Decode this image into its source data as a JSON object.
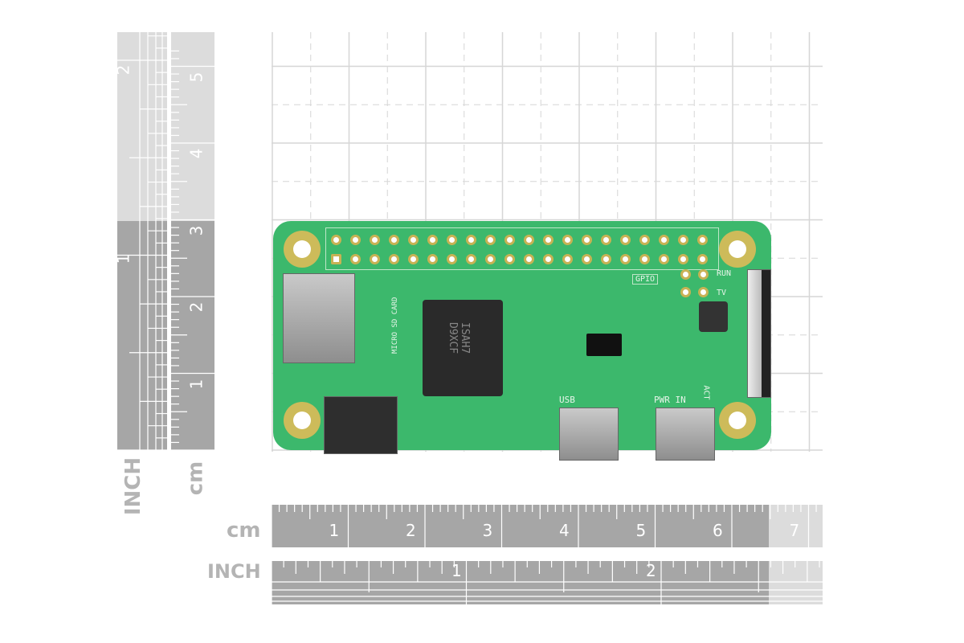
{
  "vertical_rulers": {
    "inch_label": "INCH",
    "cm_label": "cm",
    "inch_ticks": [
      "1",
      "2"
    ],
    "cm_ticks": [
      "1",
      "2",
      "3",
      "4",
      "5"
    ]
  },
  "horizontal_rulers": {
    "cm_label": "cm",
    "inch_label": "INCH",
    "cm_ticks": [
      "1",
      "2",
      "3",
      "4",
      "5",
      "6",
      "7"
    ],
    "inch_ticks": [
      "1",
      "2"
    ]
  },
  "board": {
    "gpio_label": "GPIO",
    "run_label": "RUN",
    "tv_label": "TV",
    "sd_label": "MICRO SD CARD",
    "usb_label": "USB",
    "pwr_label": "PWR IN",
    "act_label": "ACT",
    "chip_text": "ISAH7 D9XCF"
  },
  "colors": {
    "ruler_dark": "#a6a6a6",
    "ruler_light": "#dcdcdc",
    "pcb": "#3cb86c"
  }
}
